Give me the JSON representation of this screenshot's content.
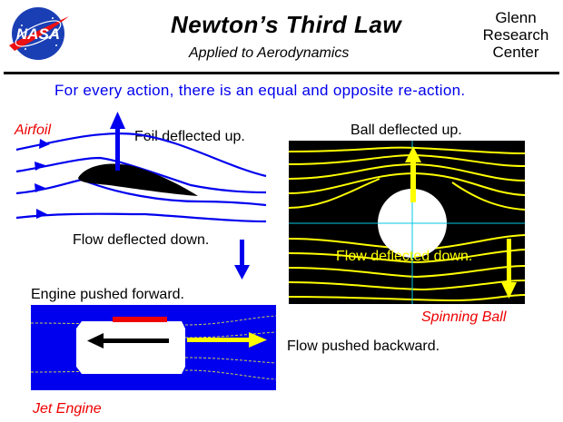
{
  "header": {
    "logo_text": "NASA",
    "title": "Newton’s Third Law",
    "subtitle": "Applied to Aerodynamics",
    "center_name": "Glenn Research Center"
  },
  "tagline": "For every action, there is an equal and opposite re-action.",
  "airfoil": {
    "label": "Airfoil",
    "lift_text": "Foil deflected up.",
    "flow_text": "Flow deflected down."
  },
  "spinning_ball": {
    "label": "Spinning Ball",
    "lift_text": "Ball deflected up.",
    "flow_text": "Flow deflected down."
  },
  "jet_engine": {
    "label": "Jet Engine",
    "thrust_text": "Engine pushed forward.",
    "flow_text": "Flow pushed backward."
  },
  "colors": {
    "blue": "#0000ee",
    "red": "#ee0000",
    "yellow": "#ffff00",
    "cyan": "#00c8e6",
    "black": "#000000"
  },
  "icons": [
    "nasa-logo",
    "arrow-up",
    "arrow-down",
    "arrow-left",
    "arrow-right"
  ]
}
